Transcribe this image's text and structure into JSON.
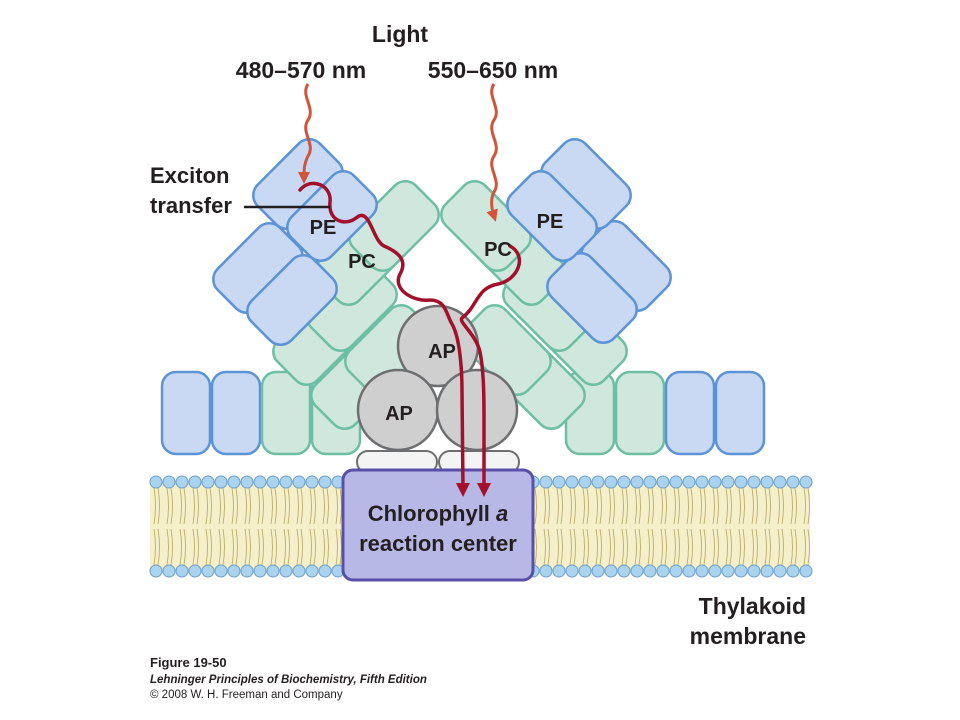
{
  "light": {
    "title": "Light",
    "left_range": "480–570 nm",
    "right_range": "550–650 nm"
  },
  "exciton": {
    "line1": "Exciton",
    "line2": "transfer"
  },
  "units": {
    "pe": "PE",
    "pc": "PC",
    "ap": "AP"
  },
  "reaction_center": {
    "line1": "Chlorophyll ",
    "italic": "a",
    "line2": "reaction center"
  },
  "membrane": {
    "line1": "Thylakoid",
    "line2": "membrane"
  },
  "caption": {
    "figure": "Figure 19-50",
    "book": "Lehninger Principles of Biochemistry, Fifth Edition",
    "copyright": "© 2008 W. H. Freeman and Company"
  },
  "colors": {
    "pe_fill": "#c9d9f4",
    "pe_stroke": "#5b93d5",
    "pc_fill": "#cfe7dc",
    "pc_stroke": "#6cbfa4",
    "ap_fill": "#cfcfd0",
    "ap_stroke": "#6d6e70",
    "light_arrow": "#d2553a",
    "exciton_arrow": "#a3102a",
    "reaction_center_fill": "#b7b8e6",
    "reaction_center_stroke": "#5a4fa8",
    "lipid_head": "#aad3ef",
    "lipid_tail": "#f5f0c9"
  }
}
